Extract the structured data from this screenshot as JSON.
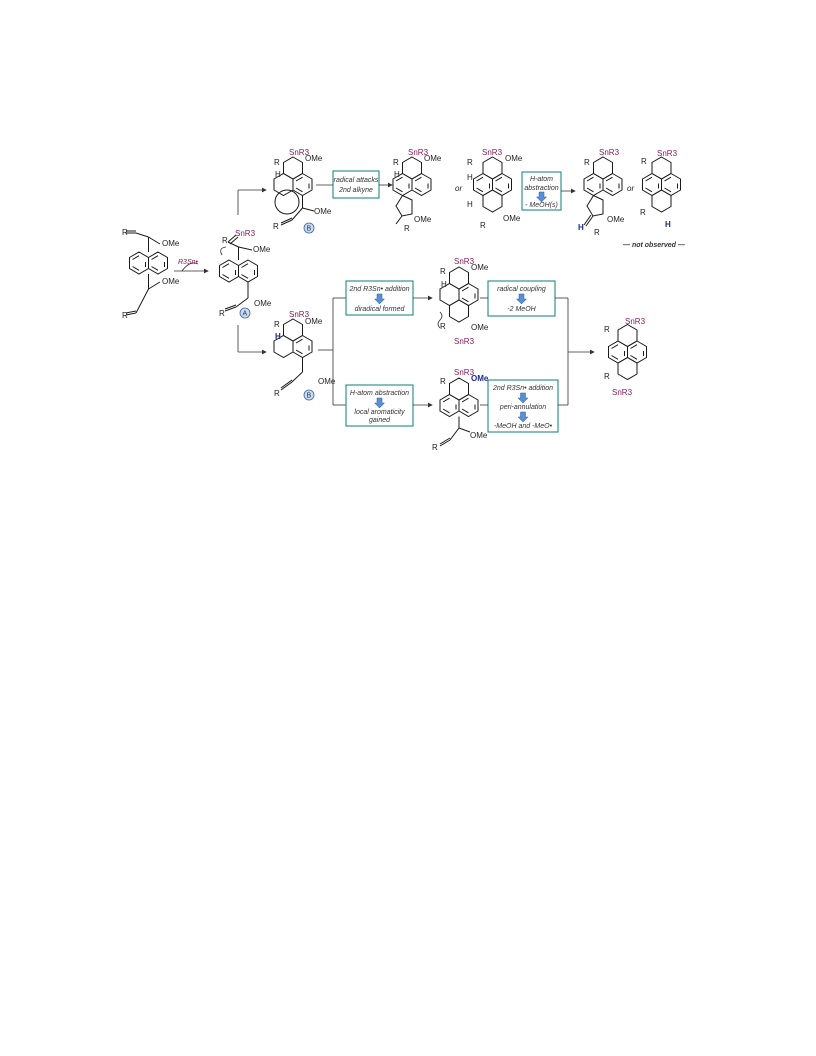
{
  "labels": {
    "r": "R",
    "ome": "OMe",
    "snr3": "SnR3",
    "h": "H",
    "reagent": "R3Sn•",
    "or": "or",
    "intermediate_a": "A",
    "intermediate_b": "B"
  },
  "boxes": {
    "radical_attack": [
      "radical attacks",
      "2nd alkyne"
    ],
    "h_abstraction_top": [
      "H-atom",
      "abstraction",
      "- MeOH(s)"
    ],
    "second_addition": [
      "2nd R3Sn• addition",
      "diradical formed"
    ],
    "radical_coupling": [
      "radical coupling",
      "-2 MeOH"
    ],
    "h_abstraction_bottom": [
      "H-atom abstraction",
      "local aromaticity",
      "gained"
    ],
    "peri_annulation": [
      "2nd R3Sn• addition",
      "peri-annulation",
      "-MeOH and -MeO•"
    ]
  },
  "not_observed": "— not observed —",
  "colors": {
    "tin": "#8b1a5a",
    "box_border": "#1f8a87",
    "hydrogen": "#1b2c8c",
    "arrow_fill": "#5a8fd6"
  }
}
